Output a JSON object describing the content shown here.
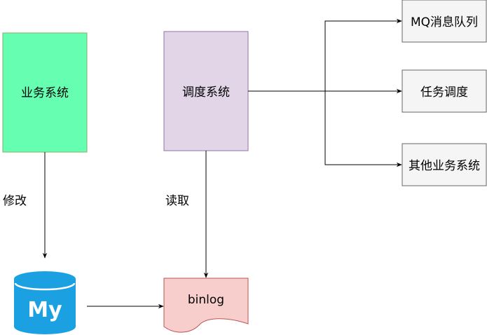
{
  "nodes": {
    "business": {
      "label": "业务系统",
      "fill": "#66FFB2"
    },
    "scheduler": {
      "label": "调度系统",
      "fill": "#E1D5E7"
    },
    "mq": {
      "label": "MQ消息队列",
      "fill": "#F5F5F5"
    },
    "task": {
      "label": "任务调度",
      "fill": "#F5F5F5"
    },
    "other": {
      "label": "其他业务系统",
      "fill": "#F5F5F5"
    },
    "binlog": {
      "label": "binlog",
      "fill": "#F8CECC"
    },
    "mysql": {
      "label": "My",
      "icon": "mysql-database-icon",
      "fill": "#1BA1E2"
    }
  },
  "edges": {
    "modify": "修改",
    "read": "读取"
  }
}
